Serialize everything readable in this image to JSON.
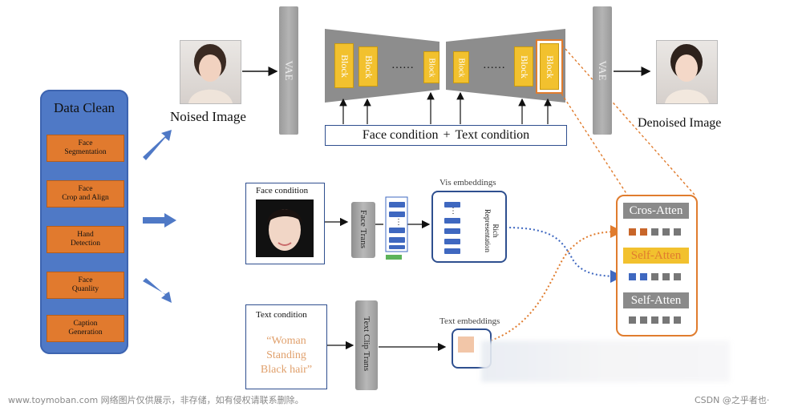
{
  "data_clean": {
    "title": "Data Clean",
    "items": [
      "Face\nSegmentation",
      "Face\nCrop and Align",
      "Hand\nDetection",
      "Face\nQuanlity",
      "Caption\nGeneration"
    ]
  },
  "top": {
    "noised_label": "Noised Image",
    "denoised_label": "Denoised Image",
    "vae_label": "VAE",
    "block_label": "Block",
    "dots": "……",
    "face_condition": "Face condition",
    "plus": "+",
    "text_condition": "Text condition"
  },
  "middle": {
    "face_condition_title": "Face condition",
    "face_trans": "Face Trans",
    "vis_embeddings": "Vis embeddings",
    "rich_representation": "Rich\nRepresentation"
  },
  "bottom": {
    "text_condition_title": "Text condition",
    "prompt_lines": [
      "“Woman",
      "Standing",
      "Black hair”"
    ],
    "text_clip_trans": "Text Clip Trans",
    "text_embeddings": "Text embeddings"
  },
  "attention": {
    "cross": "Cros-Atten",
    "self1": "Self-Atten",
    "self2": "Self-Atten"
  },
  "colors": {
    "panel_blue": "#4f79c6",
    "item_orange": "#e17a2e",
    "block_yellow": "#f2c12e",
    "accent_orange": "#e07c2e",
    "dot_blue": "#3f68c0"
  },
  "watermark": {
    "left": "www.toymoban.com 网络图片仅供展示，非存储，如有侵权请联系删除。",
    "right": "CSDN @之乎者也·"
  }
}
